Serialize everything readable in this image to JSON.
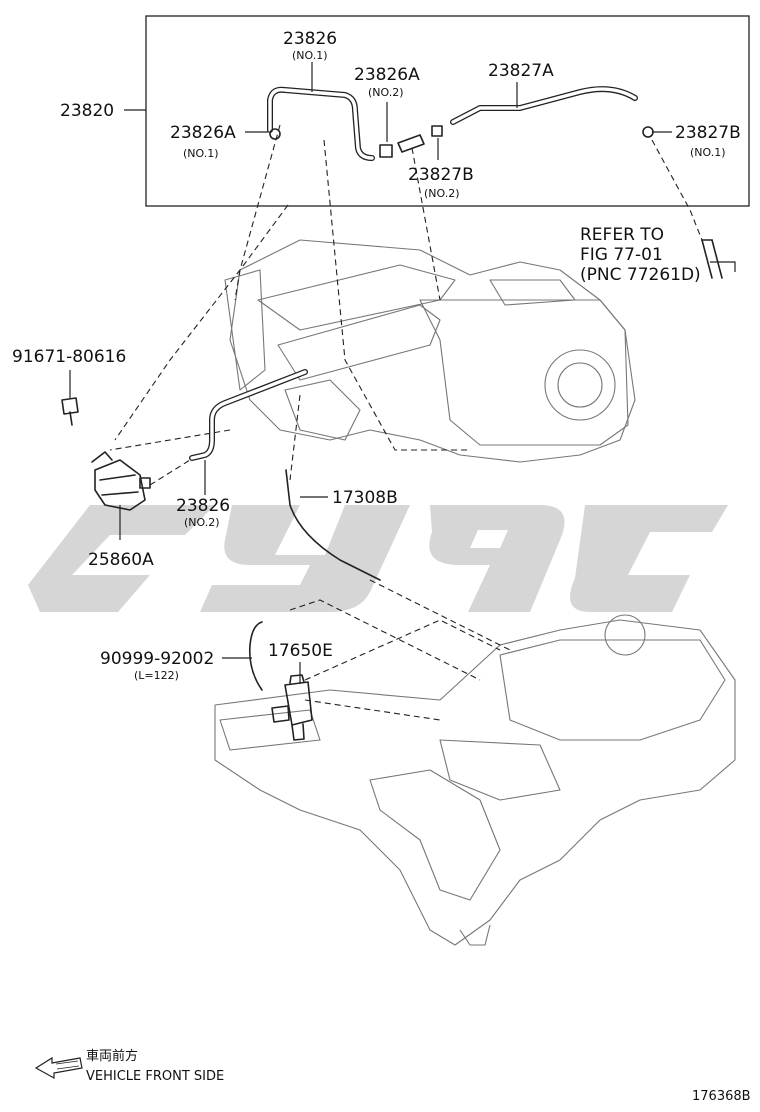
{
  "parts": {
    "p23820": "23820",
    "p23826_top": "23826",
    "p23826_top_note": "(NO.1)",
    "p23826A_top": "23826A",
    "p23826A_top_note": "(NO.2)",
    "p23826A_left": "23826A",
    "p23826A_left_note": "(NO.1)",
    "p23827A": "23827A",
    "p23827B_mid": "23827B",
    "p23827B_mid_note": "(NO.2)",
    "p23827B_right": "23827B",
    "p23827B_right_note": "(NO.1)",
    "p91671": "91671-80616",
    "p25860A": "25860A",
    "p23826_mid": "23826",
    "p23826_mid_note": "(NO.2)",
    "p17308B": "17308B",
    "p90999": "90999-92002",
    "p90999_note": "(L=122)",
    "p17650E": "17650E"
  },
  "refer": {
    "line1": "REFER TO",
    "line2": "FIG 77-01",
    "line3": "(PNC 77261D)"
  },
  "direction": {
    "jp": "車両前方",
    "en": "VEHICLE FRONT SIDE",
    "icon": "arrow-left-icon"
  },
  "figure_number": "176368B",
  "colors": {
    "line": "#222222",
    "watermark": "#b4b4b4"
  }
}
